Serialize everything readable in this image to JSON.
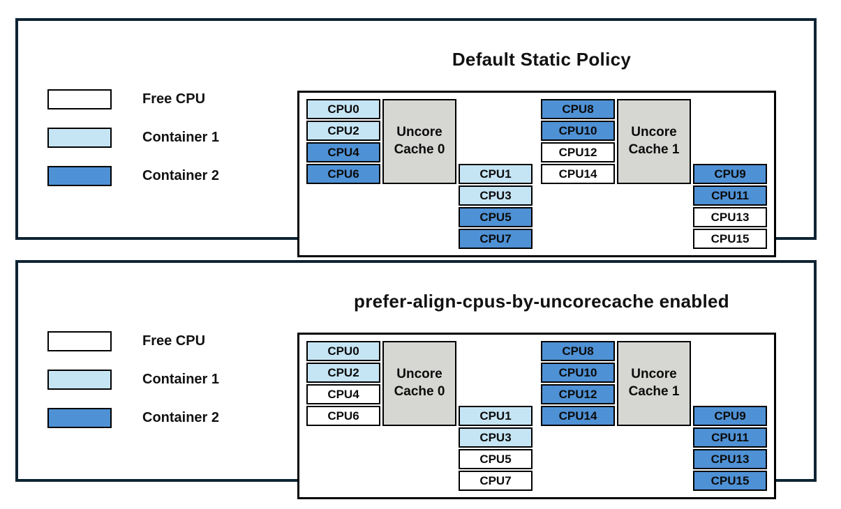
{
  "colors": {
    "free_cpu": "#ffffff",
    "container1": "#c6e5f4",
    "container2": "#4f91d5",
    "cache_fill": "#d6d6d3",
    "panel_border": "#0e2433"
  },
  "legend": {
    "items": [
      {
        "label": "Free CPU",
        "state": "free"
      },
      {
        "label": "Container 1",
        "state": "container1"
      },
      {
        "label": "Container 2",
        "state": "container2"
      }
    ]
  },
  "panels": [
    {
      "title": "Default Static Policy",
      "uncore_caches": [
        {
          "label": "Uncore Cache 0",
          "left_cpus": [
            {
              "label": "CPU0",
              "state": "container1"
            },
            {
              "label": "CPU2",
              "state": "container1"
            },
            {
              "label": "CPU4",
              "state": "container2"
            },
            {
              "label": "CPU6",
              "state": "container2"
            }
          ],
          "right_cpus": [
            {
              "label": "CPU1",
              "state": "container1"
            },
            {
              "label": "CPU3",
              "state": "container1"
            },
            {
              "label": "CPU5",
              "state": "container2"
            },
            {
              "label": "CPU7",
              "state": "container2"
            }
          ]
        },
        {
          "label": "Uncore Cache 1",
          "left_cpus": [
            {
              "label": "CPU8",
              "state": "container2"
            },
            {
              "label": "CPU10",
              "state": "container2"
            },
            {
              "label": "CPU12",
              "state": "free"
            },
            {
              "label": "CPU14",
              "state": "free"
            }
          ],
          "right_cpus": [
            {
              "label": "CPU9",
              "state": "container2"
            },
            {
              "label": "CPU11",
              "state": "container2"
            },
            {
              "label": "CPU13",
              "state": "free"
            },
            {
              "label": "CPU15",
              "state": "free"
            }
          ]
        }
      ]
    },
    {
      "title": "prefer-align-cpus-by-uncorecache enabled",
      "uncore_caches": [
        {
          "label": "Uncore Cache 0",
          "left_cpus": [
            {
              "label": "CPU0",
              "state": "container1"
            },
            {
              "label": "CPU2",
              "state": "container1"
            },
            {
              "label": "CPU4",
              "state": "free"
            },
            {
              "label": "CPU6",
              "state": "free"
            }
          ],
          "right_cpus": [
            {
              "label": "CPU1",
              "state": "container1"
            },
            {
              "label": "CPU3",
              "state": "container1"
            },
            {
              "label": "CPU5",
              "state": "free"
            },
            {
              "label": "CPU7",
              "state": "free"
            }
          ]
        },
        {
          "label": "Uncore Cache 1",
          "left_cpus": [
            {
              "label": "CPU8",
              "state": "container2"
            },
            {
              "label": "CPU10",
              "state": "container2"
            },
            {
              "label": "CPU12",
              "state": "container2"
            },
            {
              "label": "CPU14",
              "state": "container2"
            }
          ],
          "right_cpus": [
            {
              "label": "CPU9",
              "state": "container2"
            },
            {
              "label": "CPU11",
              "state": "container2"
            },
            {
              "label": "CPU13",
              "state": "container2"
            },
            {
              "label": "CPU15",
              "state": "container2"
            }
          ]
        }
      ]
    }
  ]
}
